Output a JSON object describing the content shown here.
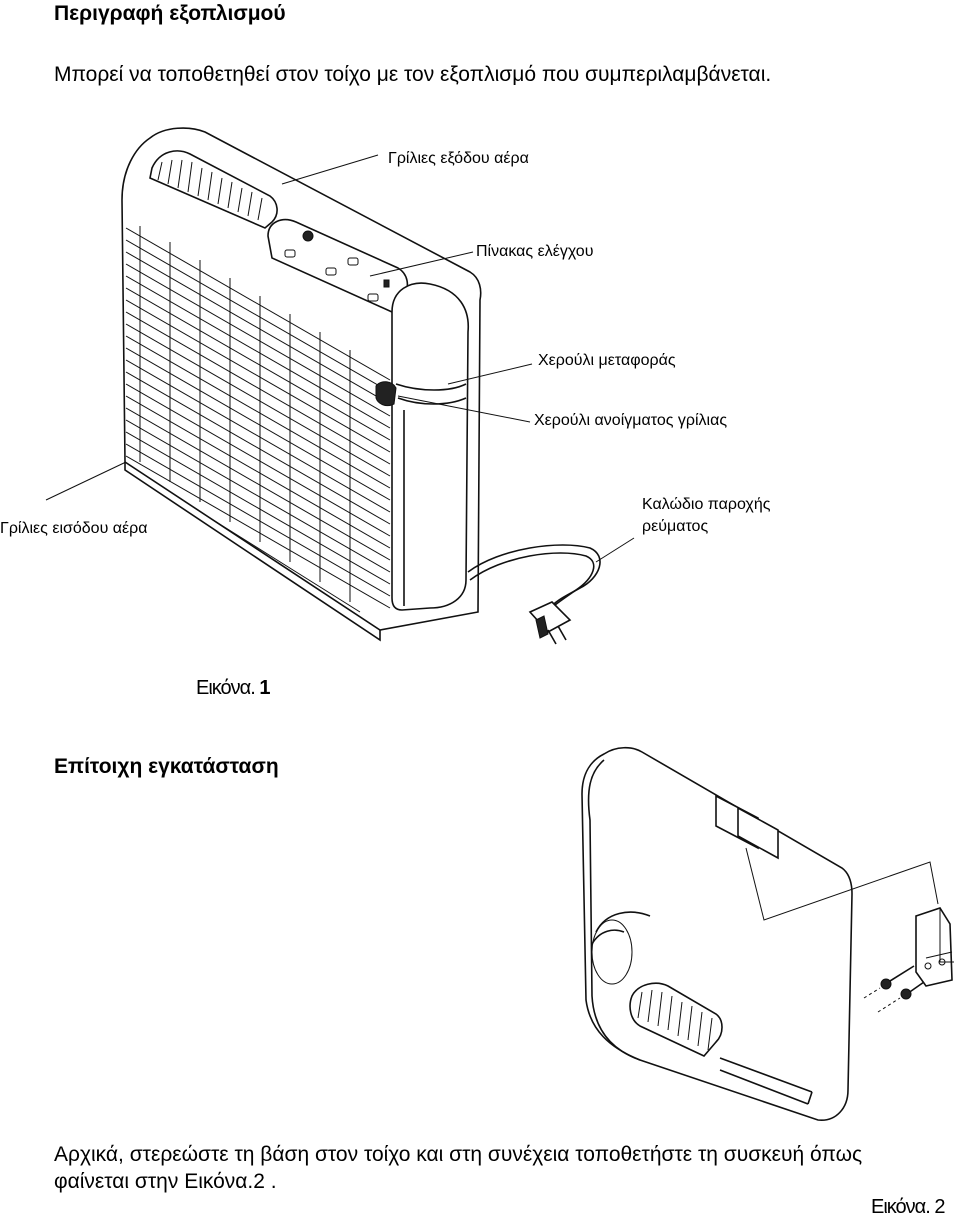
{
  "section1": {
    "title": "Περιγραφή εξοπλισμού",
    "text": "Μπορεί να τοποθετηθεί στον τοίχο με τον εξοπλισμό που συμπεριλαμβάνεται."
  },
  "figure1": {
    "labels": {
      "outlet_grilles": "Γρίλιες εξόδου  αέρα",
      "control_panel": "Πίνακας ελέγχου",
      "carry_handle": "Χερούλι μεταφοράς",
      "grille_handle": "Χερούλι ανοίγματος γρίλιας",
      "inlet_grilles": "Γρίλιες εισόδου αέρα",
      "power_cord_line1": "Καλώδιο παροχής",
      "power_cord_line2": "ρεύματος"
    },
    "caption_prefix": "Εικόνα. ",
    "caption_number": "1"
  },
  "section2": {
    "title": "Επίτοιχη εγκατάσταση",
    "text_line1": "Αρχικά, στερεώστε τη βάση στον τοίχο και στη συνέχεια τοποθετήστε τη συσκευή όπως",
    "text_line2": "φαίνεται στην Εικόνα.2 ."
  },
  "figure2": {
    "caption": "Εικόνα. 2"
  }
}
